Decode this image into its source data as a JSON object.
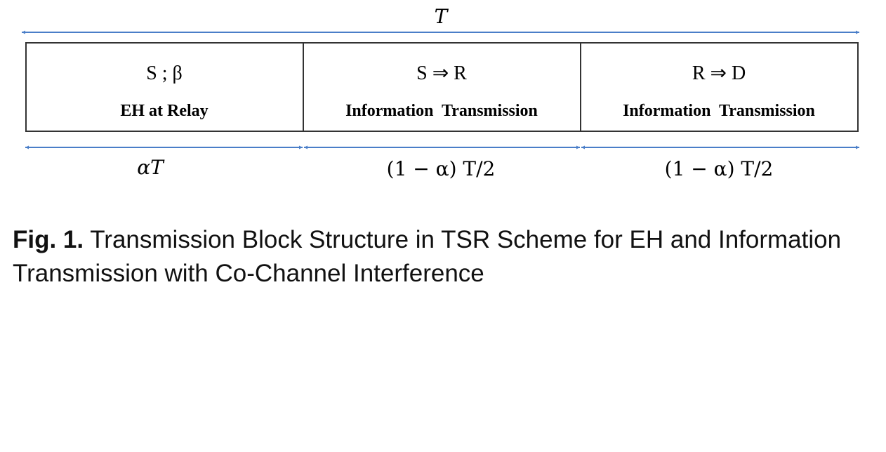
{
  "colors": {
    "arrow": "#4a7ec8",
    "border": "#333333",
    "text": "#000000"
  },
  "top_span": {
    "label": "T"
  },
  "blocks": [
    {
      "symbol": "S ; β",
      "label": "EH at Relay",
      "duration": "αT"
    },
    {
      "symbol": "S ⇒ R",
      "label": "Information  Transmission",
      "duration": "(1 − α) T/2"
    },
    {
      "symbol": "R ⇒ D",
      "label": "Information  Transmission",
      "duration": "(1 − α) T/2"
    }
  ],
  "caption": {
    "prefix": "Fig. 1.",
    "text": " Transmission Block Structure in TSR Scheme for EH and Information Transmission with Co-Channel Interference"
  }
}
